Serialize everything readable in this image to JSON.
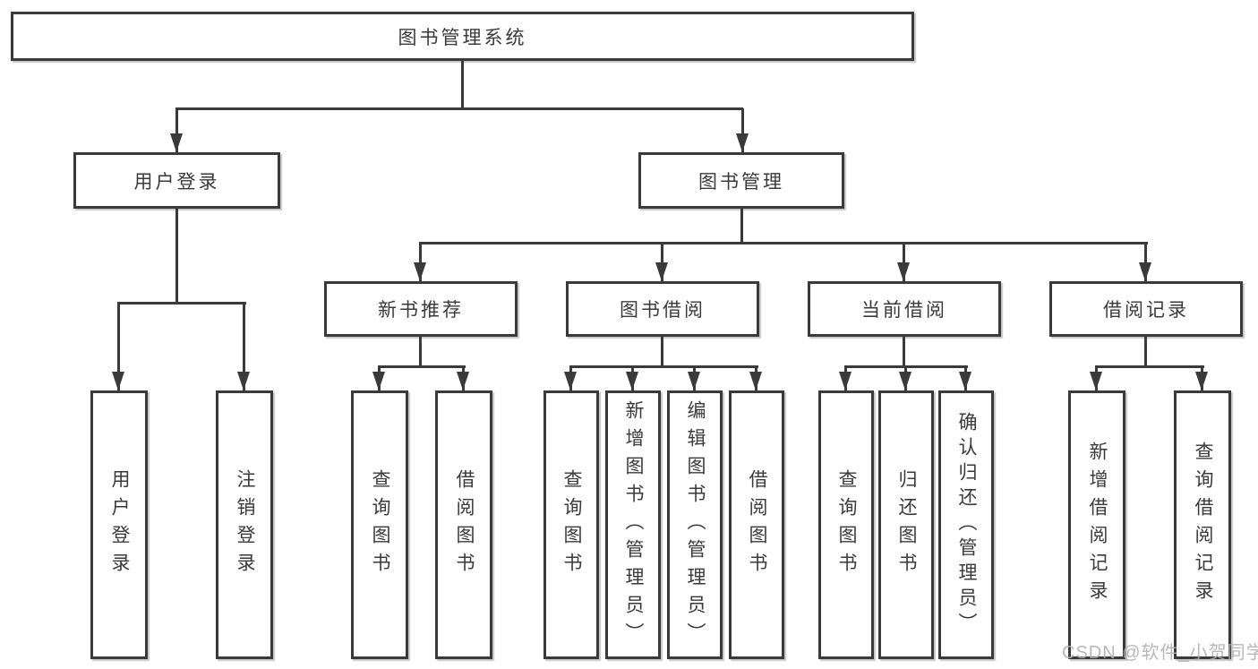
{
  "colors": {
    "line": "#3a3a3a",
    "text": "#3a3a3a",
    "box_background": "#ffffff",
    "watermark": "#b0b0b0"
  },
  "tree": {
    "label": "图书管理系统",
    "children": [
      {
        "label": "用户登录",
        "children": [
          {
            "label": "用户登录"
          },
          {
            "label": "注销登录"
          }
        ]
      },
      {
        "label": "图书管理",
        "children": [
          {
            "label": "新书推荐",
            "children": [
              {
                "label": "查询图书"
              },
              {
                "label": "借阅图书"
              }
            ]
          },
          {
            "label": "图书借阅",
            "children": [
              {
                "label": "查询图书"
              },
              {
                "label": "新增图书（管理员）"
              },
              {
                "label": "编辑图书（管理员）"
              },
              {
                "label": "借阅图书"
              }
            ]
          },
          {
            "label": "当前借阅",
            "children": [
              {
                "label": "查询图书"
              },
              {
                "label": "归还图书"
              },
              {
                "label": "确认归还（管理员）"
              }
            ]
          },
          {
            "label": "借阅记录",
            "children": [
              {
                "label": "新增借阅记录"
              },
              {
                "label": "查询借阅记录"
              }
            ]
          }
        ]
      }
    ]
  },
  "watermark": {
    "text": "CSDN @软件_小贺同学"
  }
}
